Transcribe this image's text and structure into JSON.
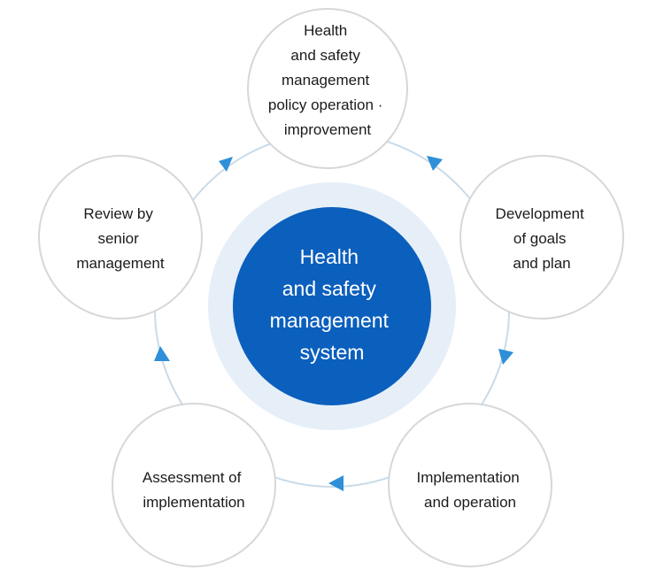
{
  "center": {
    "lines": [
      "Health",
      "and safety",
      "management",
      "system"
    ]
  },
  "nodes": [
    {
      "id": "policy",
      "lines": [
        "Health",
        "and safety",
        "management",
        "policy operation ·",
        "improvement"
      ]
    },
    {
      "id": "goals",
      "lines": [
        "Development",
        "of goals",
        "and plan"
      ]
    },
    {
      "id": "implementation",
      "lines": [
        "Implementation",
        "and operation"
      ]
    },
    {
      "id": "assessment",
      "lines": [
        "Assessment of",
        "implementation"
      ]
    },
    {
      "id": "review",
      "lines": [
        "Review by",
        "senior",
        "management"
      ]
    }
  ],
  "colors": {
    "ring": "#c9dbe9",
    "arrow": "#2f8fd8",
    "node_border": "#d7d7d7",
    "center_fill": "#0b5fbd",
    "center_halo": "#e6eff8"
  }
}
